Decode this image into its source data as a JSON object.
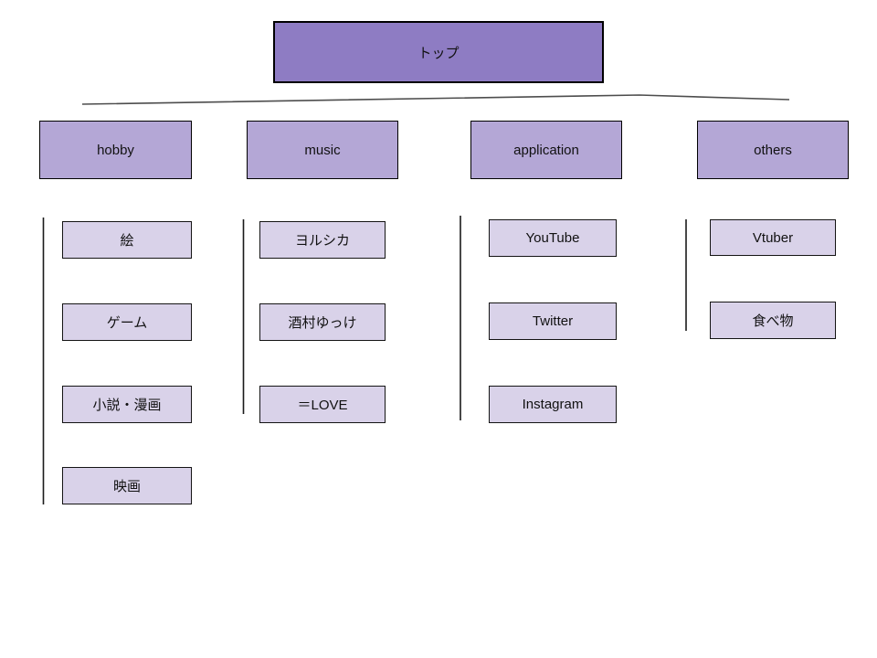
{
  "page": {
    "background": "#ffffff",
    "text_color": "#111111"
  },
  "diagram": {
    "colors": {
      "root_fill": "#8e7cc3",
      "category_fill": "#b4a7d6",
      "item_fill": "#d9d2e9",
      "box_border": "#000000",
      "branch_line": "#4d4d4d",
      "column_line": "#1a1a1a"
    },
    "root": {
      "label": "トップ"
    },
    "categories": [
      {
        "label": "hobby",
        "items": [
          "絵",
          "ゲーム",
          "小説・漫画",
          "映画"
        ]
      },
      {
        "label": "music",
        "items": [
          "ヨルシカ",
          "酒村ゆっけ",
          "＝LOVE"
        ]
      },
      {
        "label": "application",
        "items": [
          "YouTube",
          "Twitter",
          "Instagram"
        ]
      },
      {
        "label": "others",
        "items": [
          "Vtuber",
          "食べ物"
        ]
      }
    ]
  }
}
